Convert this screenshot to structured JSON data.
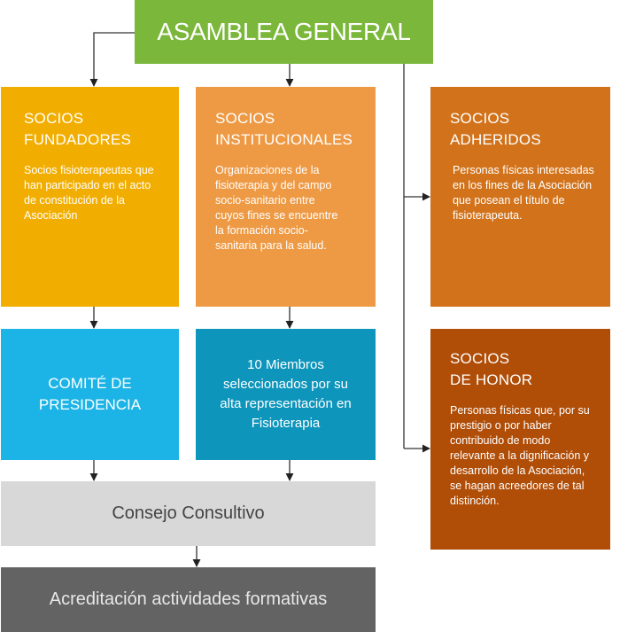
{
  "assembly": {
    "title": "ASAMBLEA GENERAL"
  },
  "fundadores": {
    "title_line1": "SOCIOS",
    "title_line2": "FUNDADORES",
    "description": "Socios fisioterapeutas que han participado en el acto de constitución de la Asociación"
  },
  "institucionales": {
    "title_line1": "SOCIOS",
    "title_line2": "INSTITUCIONALES",
    "description": "Organizaciones de la fisioterapia y del campo socio-sanitario entre cuyos fines se encuentre la formación socio-sanitaria para la salud."
  },
  "adheridos": {
    "title_line1": "SOCIOS",
    "title_line2": "ADHERIDOS",
    "description": "Personas físicas interesadas en los fines de la Asociación que posean el título de fisioterapeuta."
  },
  "honor": {
    "title_line1": "SOCIOS",
    "title_line2": "DE HONOR",
    "description": "Personas físicas que, por su prestigio o por haber contribuido de modo relevante a la dignificación y desarrollo de la Asociación, se hagan acreedores de tal distinción."
  },
  "comite": {
    "line1": "COMITÉ DE",
    "line2": "PRESIDENCIA"
  },
  "miembros": {
    "text": "10 Miembros seleccionados por su alta representación en Fisioterapia"
  },
  "consejo": {
    "text": "Consejo Consultivo"
  },
  "acreditacion": {
    "text": "Acreditación actividades formativas"
  },
  "colors": {
    "assembly": "#7ab73a",
    "fundadores": "#f2ae00",
    "institucionales": "#ee9a45",
    "adheridos": "#d2731c",
    "honor": "#b04d07",
    "comite": "#1cb4e6",
    "miembros": "#0e95bb",
    "consejo": "#d8d8d8",
    "acreditacion": "#636363"
  }
}
